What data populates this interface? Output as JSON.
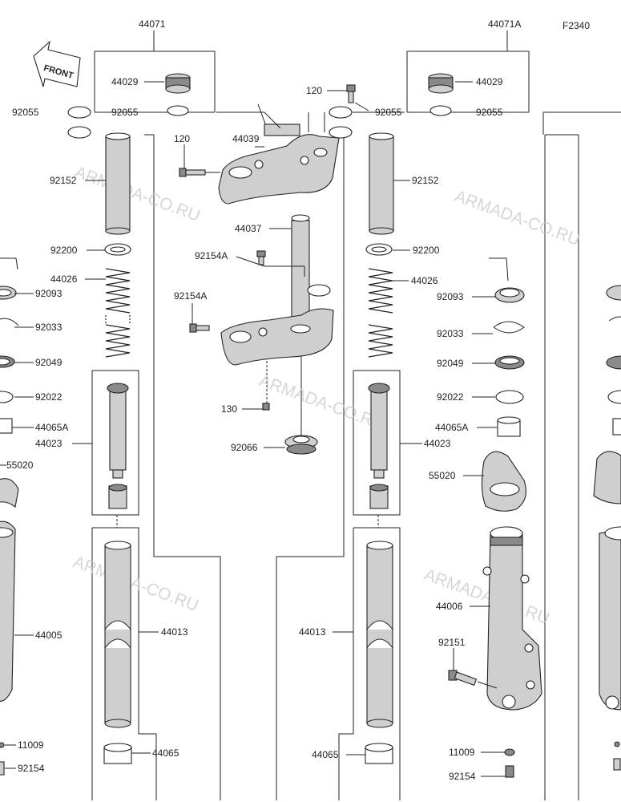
{
  "diagram_code": "F2340",
  "front_arrow": "FRONT",
  "watermark": "ARMADA-CO.RU",
  "labels": {
    "a44071": "44071",
    "a44071A": "44071A",
    "a44029_l": "44029",
    "a44029_r": "44029",
    "a92055_l": "92055",
    "a92055_r": "92055",
    "a92055b_l": "92055",
    "a92055b_r": "92055",
    "a120_t": "120",
    "a120_m": "120",
    "a44039": "44039",
    "a92152_l": "92152",
    "a92152_r": "92152",
    "a44037": "44037",
    "a92154A_1": "92154A",
    "a92154A_2": "92154A",
    "a92200_l": "92200",
    "a92200_r": "92200",
    "a44026_l": "44026",
    "a44026_r": "44026",
    "a92093_l": "92093",
    "a92093_r": "92093",
    "a92033_l": "92033",
    "a92033_r": "92033",
    "a92049_l": "92049",
    "a92049_r": "92049",
    "a92022_l": "92022",
    "a92022_r": "92022",
    "a130": "130",
    "a44065A_l": "44065A",
    "a44065A_r": "44065A",
    "a44023_l": "44023",
    "a44023_r": "44023",
    "a92066": "92066",
    "a55020_l": "55020",
    "a55020_r": "55020",
    "a44006": "44006",
    "a44005": "44005",
    "a44013_l": "44013",
    "a44013_r": "44013",
    "a92151": "92151",
    "a11009_l": "11009",
    "a11009_r": "11009",
    "a44065_l": "44065",
    "a44065_r": "44065",
    "a92154_l": "92154",
    "a92154_r": "92154"
  }
}
